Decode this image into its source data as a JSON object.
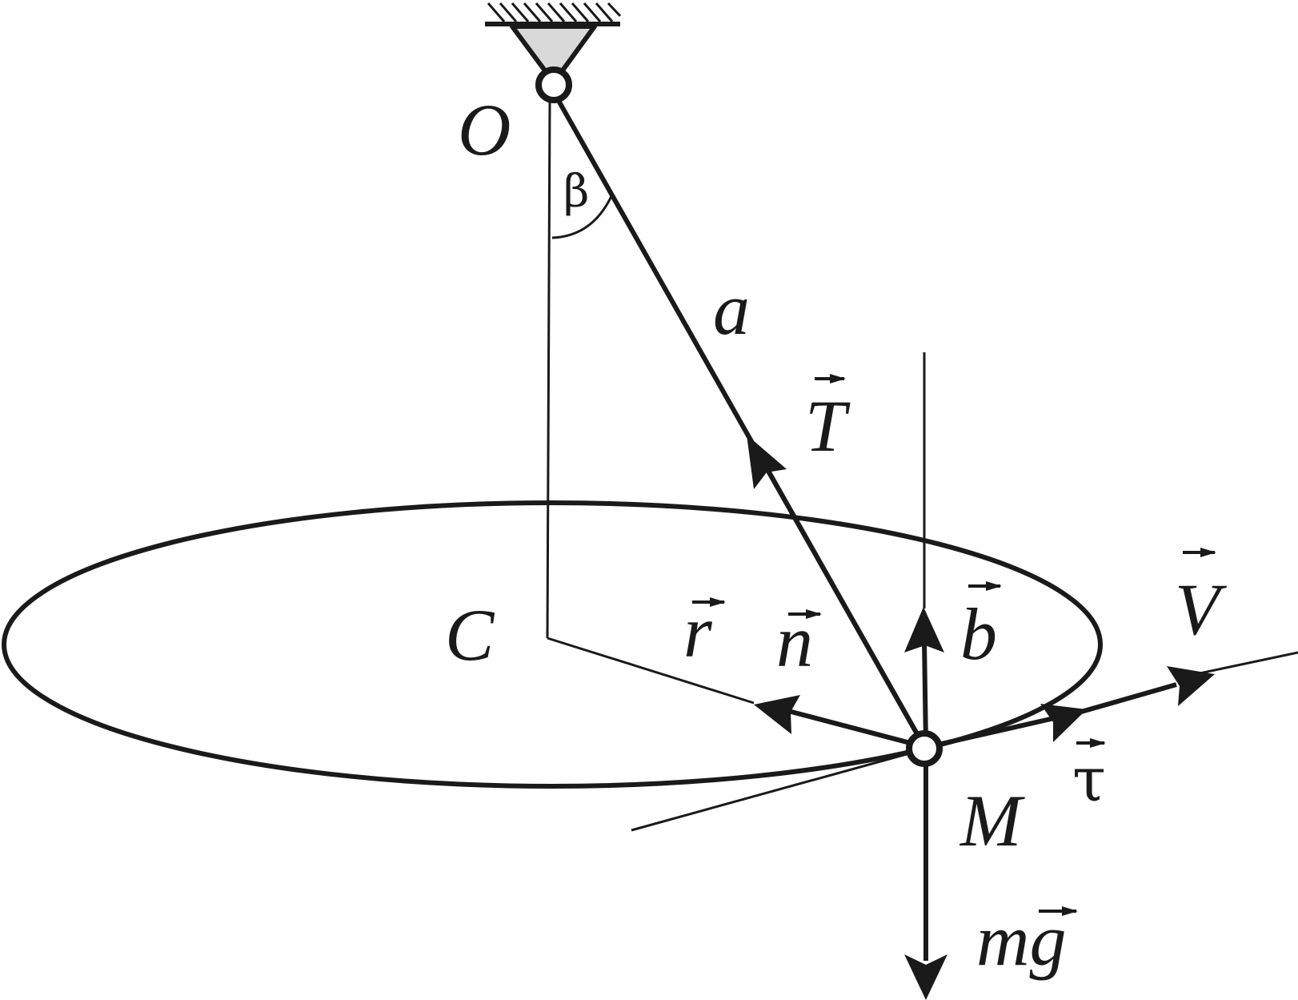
{
  "labels": {
    "pivot": "O",
    "center": "C",
    "mass": "M",
    "length": "a",
    "angle": "β",
    "tension": "T",
    "velocity": "V",
    "binormal": "b",
    "normal": "n",
    "radius": "r",
    "tangent": "τ",
    "gravity": "mg"
  },
  "colors": {
    "ink": "#1a1a1a",
    "support_fill": "#d9d9d9",
    "background": "#ffffff"
  }
}
